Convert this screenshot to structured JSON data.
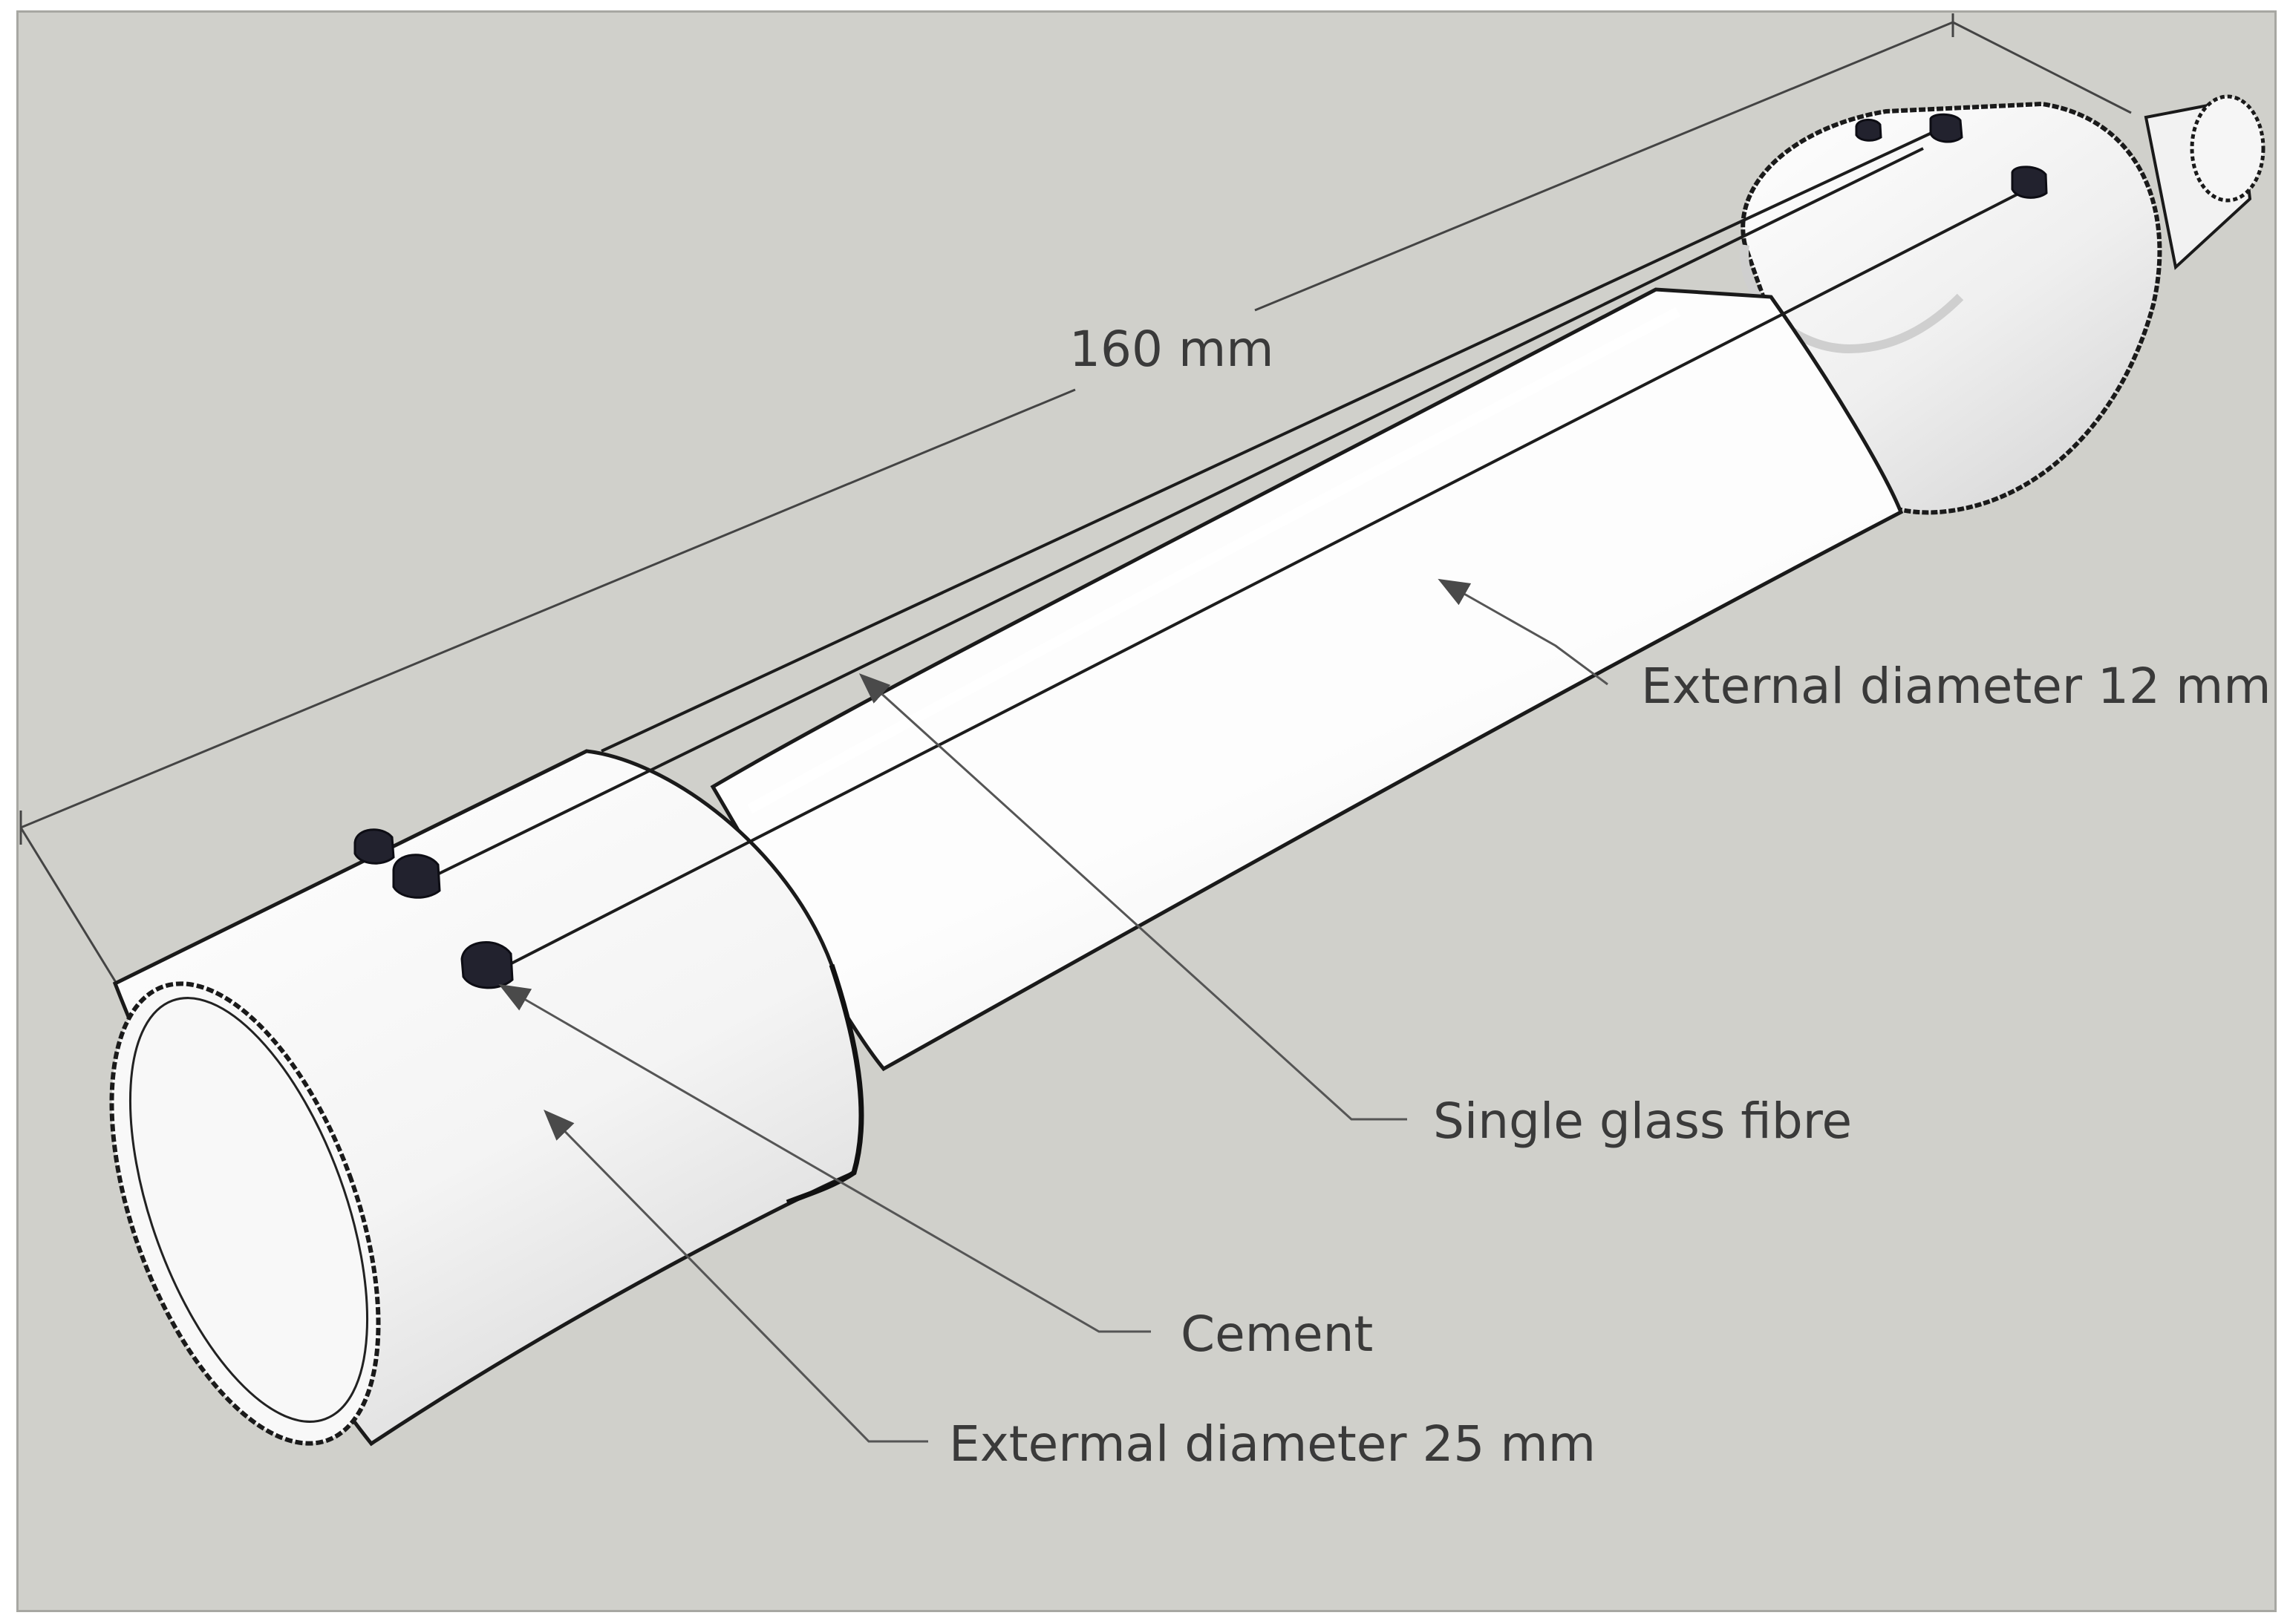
{
  "diagram": {
    "dimension_label": "160 mm",
    "labels": {
      "external_diameter_small": "External diameter 12 mm",
      "single_glass_fibre": "Single glass fibre",
      "cement": "Cement",
      "external_diameter_large": "Extermal diameter 25 mm"
    },
    "colors": {
      "background": "#d0d0cb",
      "body": "#f4f4f4",
      "outline": "#1a1a1a",
      "cement": "#22222e",
      "leader": "#5a5a5a"
    }
  }
}
